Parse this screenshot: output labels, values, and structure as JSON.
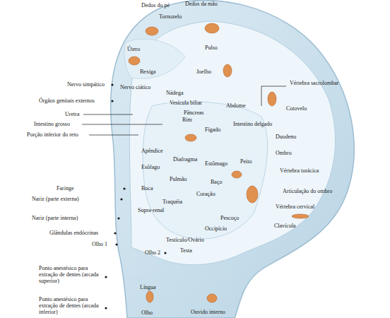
{
  "diagram": {
    "labels": [
      "Dedos do pé",
      "Dedos da mão",
      "Tornozelo",
      "Útero",
      "Pulso",
      "Bexiga",
      "Joelho",
      "Nervo simpático",
      "Nervo ciático",
      "Nádega",
      "Vértebra sacrolombar",
      "Órgãos genitais externos",
      "Vesícula biliar",
      "Abdome",
      "Pâncreas",
      "Cotovelo",
      "Uretra",
      "Intestino grosso",
      "Rim",
      "Intestino delgado",
      "Fígado",
      "Porção inferior do reto",
      "Duodeno",
      "Apêndice",
      "Ombro",
      "Diafragma",
      "Peito",
      "Esôfago",
      "Estômago",
      "Vértebra torácica",
      "Pulmão",
      "Faringe",
      "Boca",
      "Baço",
      "Articulação do ombro",
      "Nariz (parte externa)",
      "Coração",
      "Traquéia",
      "Vértebra cervical",
      "Supra-renal",
      "Nariz (parte interna)",
      "Pescoço",
      "Clavícula",
      "Occipício",
      "Glândulas endócrinas",
      "Testículo/Ovário",
      "Olho 1",
      "Testa",
      "Olho 2",
      "Ponto anestésico para extração de dentes (arcada superior)",
      "Língua",
      "Ponto anestésico para extração de dentes (arcada inferior)",
      "Olho",
      "Ouvido interno"
    ]
  }
}
